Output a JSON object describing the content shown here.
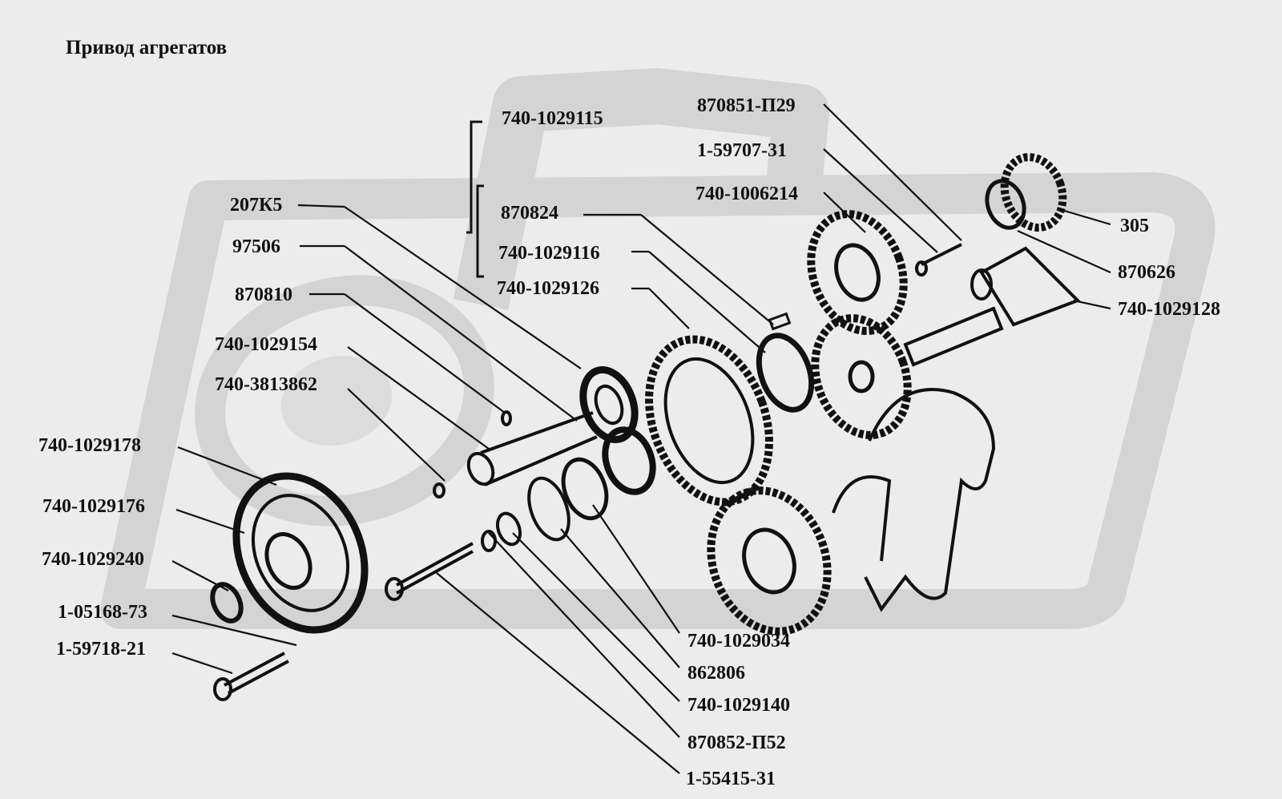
{
  "title": "Привод агрегатов",
  "colors": {
    "background": "#ececec",
    "watermark": "#d3d3d3",
    "ink": "#111111"
  },
  "labels": {
    "l1": "740-1029115",
    "l2": "870851-П29",
    "l3": "1-59707-31",
    "l4": "740-1006214",
    "l5": "870824",
    "l6": "207К5",
    "l7": "97506",
    "l8": "740-1029116",
    "l9": "740-1029126",
    "l10": "870810",
    "l11": "740-1029154",
    "l12": "740-3813862",
    "l13": "305",
    "l14": "870626",
    "l15": "740-1029128",
    "l16": "740-1029178",
    "l17": "740-1029176",
    "l18": "740-1029240",
    "l19": "1-05168-73",
    "l20": "1-59718-21",
    "l21": "740-1029034",
    "l22": "862806",
    "l23": "740-1029140",
    "l24": "870852-П52",
    "l25": "1-55415-31"
  }
}
